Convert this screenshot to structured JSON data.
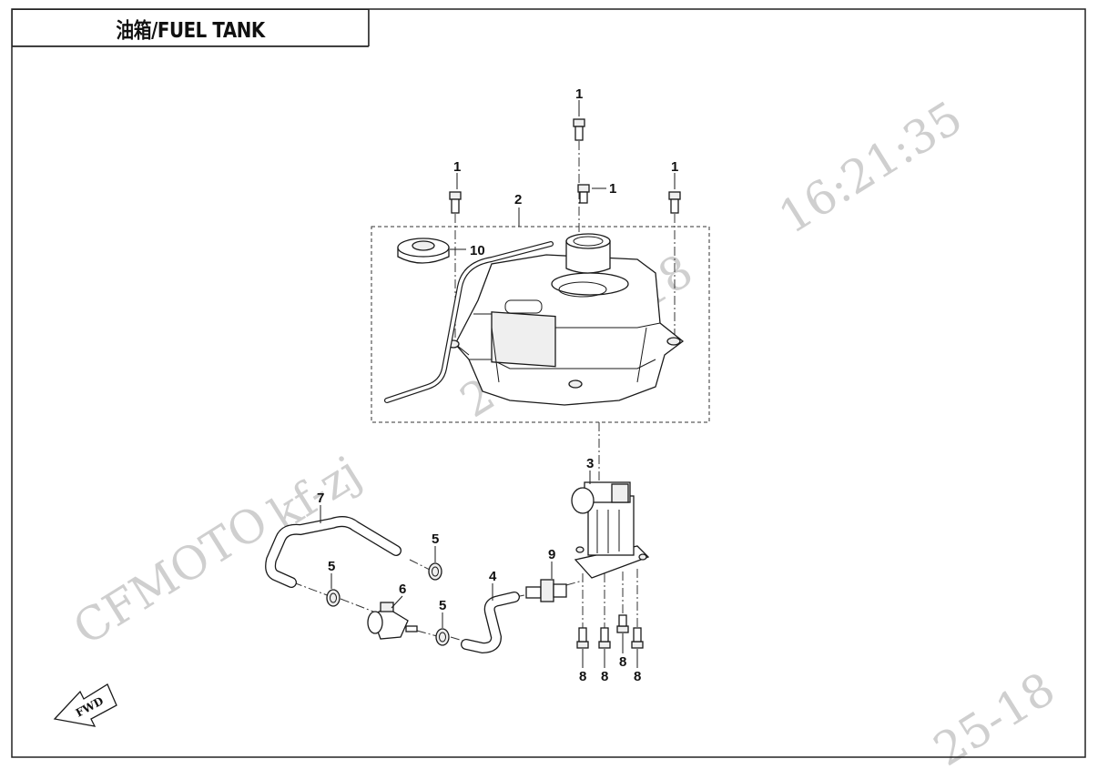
{
  "title": "油箱/FUEL TANK",
  "fwd_label": "FWD",
  "watermark": {
    "brand": "CFMOTO",
    "user": "kf-zj",
    "date": "2025-01-18",
    "time": "16:21:35",
    "date_partial": "25-18"
  },
  "callouts": {
    "c1a": "1",
    "c1b": "1",
    "c1c": "1",
    "c1d": "1",
    "c2": "2",
    "c3": "3",
    "c4": "4",
    "c5a": "5",
    "c5b": "5",
    "c5c": "5",
    "c6": "6",
    "c7": "7",
    "c8a": "8",
    "c8b": "8",
    "c8c": "8",
    "c8d": "8",
    "c9": "9",
    "c10": "10"
  }
}
